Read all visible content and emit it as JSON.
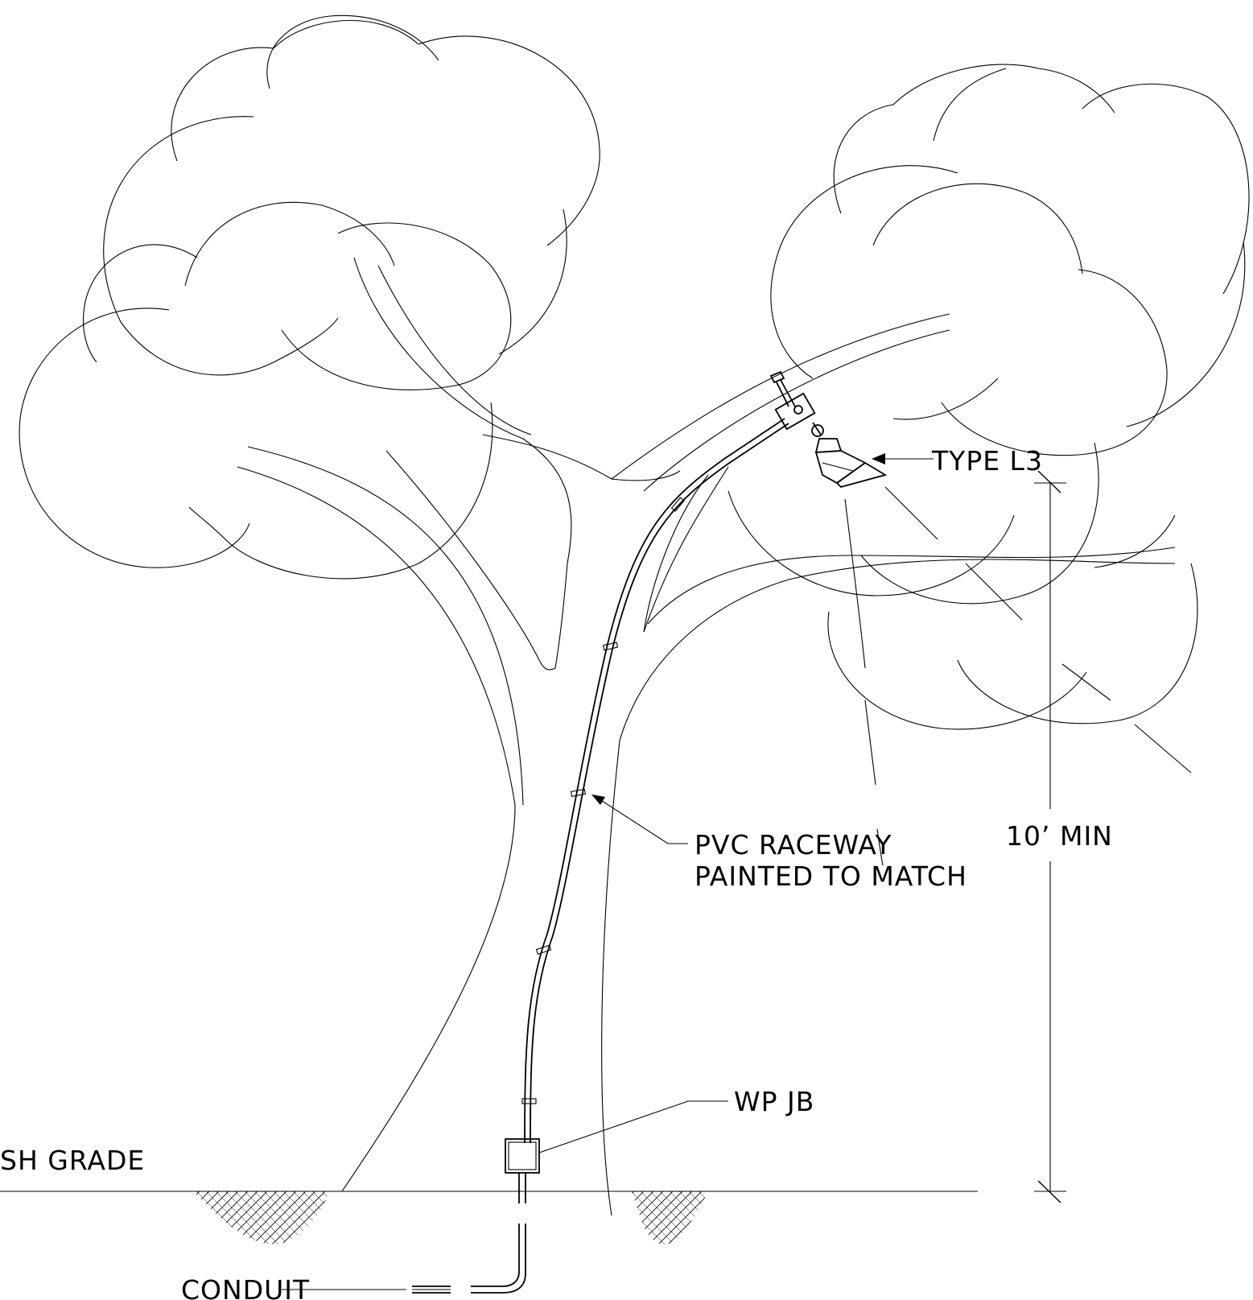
{
  "labels": {
    "fixture_type": "TYPE L3",
    "raceway_line1": "PVC RACEWAY",
    "raceway_line2": "PAINTED TO MATCH",
    "dimension": "10’ MIN",
    "junction_box": "WP JB",
    "finish_grade": "SH GRADE",
    "conduit": "CONDUIT"
  }
}
